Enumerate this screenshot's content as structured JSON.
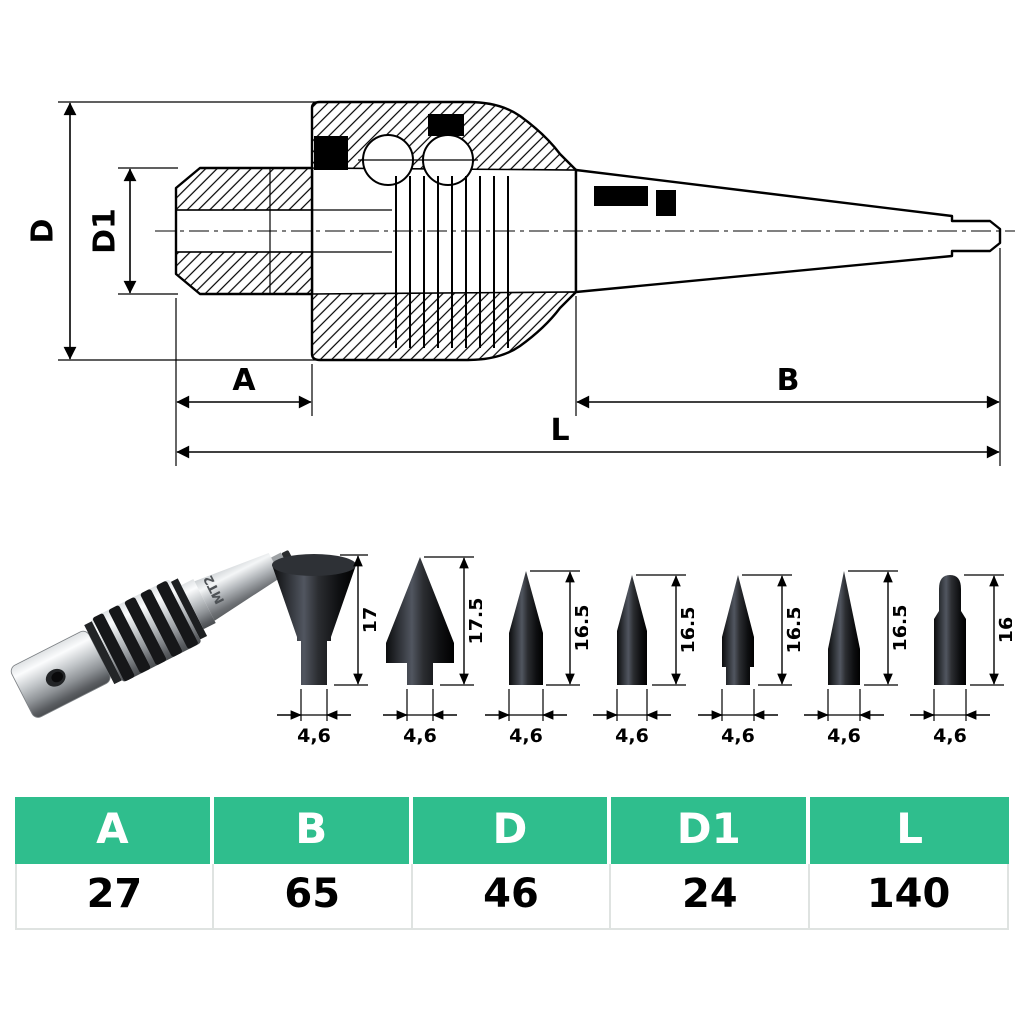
{
  "drawing": {
    "labels": {
      "D": "D",
      "D1": "D1",
      "A": "A",
      "B": "B",
      "L": "L"
    }
  },
  "photo": {
    "taper_label": "MT2"
  },
  "tips": [
    {
      "height": "17",
      "width": "4,6"
    },
    {
      "height": "17,5",
      "width": "4,6"
    },
    {
      "height": "16,5",
      "width": "4,6"
    },
    {
      "height": "16,5",
      "width": "4,6"
    },
    {
      "height": "16,5",
      "width": "4,6"
    },
    {
      "height": "16,5",
      "width": "4,6"
    },
    {
      "height": "16",
      "width": "4,6"
    }
  ],
  "table": {
    "headers": [
      "A",
      "B",
      "D",
      "D1",
      "L"
    ],
    "values": [
      "27",
      "65",
      "46",
      "24",
      "140"
    ]
  }
}
